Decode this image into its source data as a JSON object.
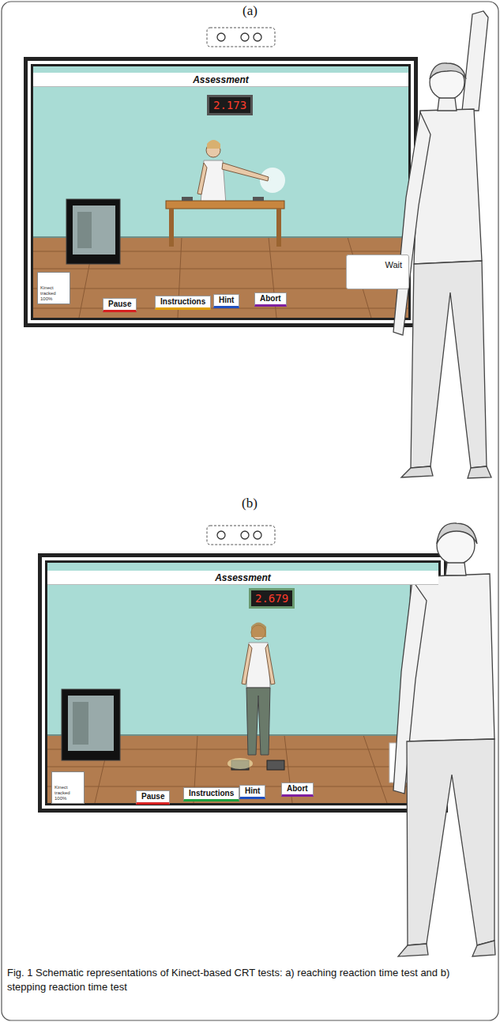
{
  "diagram": {
    "caption": "Fig. 1 Schematic representations of Kinect-based CRT tests: a) reaching reaction time test and b) stepping reaction time test",
    "nodes": [
      {
        "text": [
          "Assessment"
        ]
      },
      {
        "text": [
          "2.173"
        ]
      },
      {
        "text": [
          "Kinect tracked 100%"
        ]
      },
      {
        "text": [
          "Pause"
        ]
      },
      {
        "text": [
          "Instructions"
        ]
      },
      {
        "text": [
          "Hint"
        ]
      },
      {
        "text": [
          "Abort"
        ]
      },
      {
        "text": [
          "Wait"
        ]
      },
      {
        "text": [
          "Assessment"
        ]
      },
      {
        "text": [
          "2.679"
        ]
      },
      {
        "text": [
          "Kinect tracked 100%"
        ]
      },
      {
        "text": [
          "Pause"
        ]
      },
      {
        "text": [
          "Instructions"
        ]
      },
      {
        "text": [
          "Hint"
        ]
      },
      {
        "text": [
          "Abort"
        ]
      }
    ],
    "labels": [
      "(a)",
      "(b)"
    ]
  }
}
